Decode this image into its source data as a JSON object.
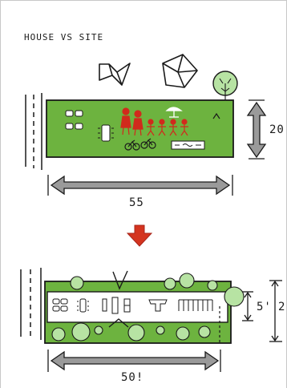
{
  "title": "HOUSE VS SITE",
  "top_site": {
    "length_label": "55",
    "depth_label": "20"
  },
  "bottom_site": {
    "length_label": "50!",
    "inner_depth_label": "5'",
    "outer_depth_label": "2"
  },
  "colors": {
    "site_green": "#6db33f",
    "ink": "#1a1a1a",
    "people_red": "#d12a1c",
    "arrow_red": "#d4341f",
    "tree_green": "#b7e3a3",
    "dim_arrow_gray": "#9a9a9a"
  },
  "icons": [
    "folded-roof-icon",
    "cube-icon",
    "tree-icon",
    "picnic-table-icon",
    "bicycle-icon",
    "people-icon",
    "down-arrow-icon"
  ]
}
